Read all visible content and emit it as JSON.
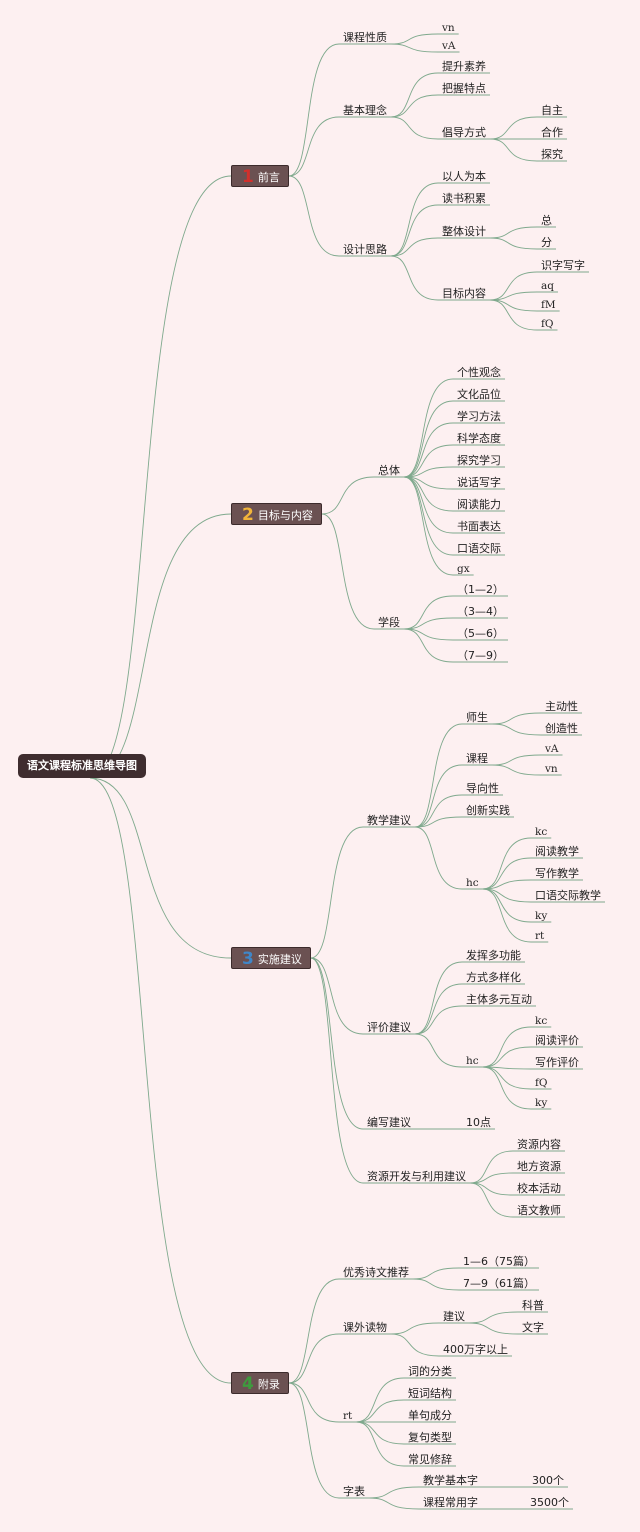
{
  "root": {
    "label": "语文课程标准思维导图"
  },
  "colors": {
    "background": "#fdf0f1",
    "connector": "#7fa98d",
    "box": "#6b5152"
  },
  "sections": [
    {
      "num": "1",
      "num_color": "#d1302c",
      "label": "前言",
      "children": [
        {
          "label": "课程性质",
          "children": [
            {
              "label": "vn"
            },
            {
              "label": "vA"
            }
          ]
        },
        {
          "label": "基本理念",
          "children": [
            {
              "label": "提升素养"
            },
            {
              "label": "把握特点"
            },
            {
              "label": "倡导方式",
              "children": [
                {
                  "label": "自主"
                },
                {
                  "label": "合作"
                },
                {
                  "label": "探究"
                }
              ]
            }
          ]
        },
        {
          "label": "设计思路",
          "children": [
            {
              "label": "以人为本"
            },
            {
              "label": "读书积累"
            },
            {
              "label": "整体设计",
              "children": [
                {
                  "label": "总"
                },
                {
                  "label": "分"
                }
              ]
            },
            {
              "label": "目标内容",
              "children": [
                {
                  "label": "识字写字"
                },
                {
                  "label": "aq"
                },
                {
                  "label": "fM"
                },
                {
                  "label": "fQ"
                }
              ]
            }
          ]
        }
      ]
    },
    {
      "num": "2",
      "num_color": "#f2b53a",
      "label": "目标与内容",
      "children": [
        {
          "label": "总体",
          "children": [
            {
              "label": "个性观念"
            },
            {
              "label": "文化品位"
            },
            {
              "label": "学习方法"
            },
            {
              "label": "科学态度"
            },
            {
              "label": "探究学习"
            },
            {
              "label": "说话写字"
            },
            {
              "label": "阅读能力"
            },
            {
              "label": "书面表达"
            },
            {
              "label": "口语交际"
            },
            {
              "label": "gx"
            }
          ]
        },
        {
          "label": "学段",
          "children": [
            {
              "label": "（1—2）"
            },
            {
              "label": "（3—4）"
            },
            {
              "label": "（5—6）"
            },
            {
              "label": "（7—9）"
            }
          ]
        }
      ]
    },
    {
      "num": "3",
      "num_color": "#3f86c8",
      "label": "实施建议",
      "children": [
        {
          "label": "教学建议",
          "children": [
            {
              "label": "师生",
              "children": [
                {
                  "label": "主动性"
                },
                {
                  "label": "创造性"
                }
              ]
            },
            {
              "label": "课程",
              "children": [
                {
                  "label": "vA"
                },
                {
                  "label": "vn"
                }
              ]
            },
            {
              "label": "导向性"
            },
            {
              "label": "创新实践"
            },
            {
              "label": "hc",
              "children": [
                {
                  "label": "kc"
                },
                {
                  "label": "阅读教学"
                },
                {
                  "label": "写作教学"
                },
                {
                  "label": "口语交际教学"
                },
                {
                  "label": "ky"
                },
                {
                  "label": "rt"
                }
              ]
            }
          ]
        },
        {
          "label": "评价建议",
          "children": [
            {
              "label": "发挥多功能"
            },
            {
              "label": "方式多样化"
            },
            {
              "label": "主体多元互动"
            },
            {
              "label": "hc",
              "children": [
                {
                  "label": "kc"
                },
                {
                  "label": "阅读评价"
                },
                {
                  "label": "写作评价"
                },
                {
                  "label": "fQ"
                },
                {
                  "label": "ky"
                }
              ]
            }
          ]
        },
        {
          "label": "编写建议",
          "children": [
            {
              "label": "10点"
            }
          ]
        },
        {
          "label": "资源开发与利用建议",
          "children": [
            {
              "label": "资源内容"
            },
            {
              "label": "地方资源"
            },
            {
              "label": "校本活动"
            },
            {
              "label": "语文教师"
            }
          ]
        }
      ]
    },
    {
      "num": "4",
      "num_color": "#3e9a3e",
      "label": "附录",
      "children": [
        {
          "label": "优秀诗文推荐",
          "children": [
            {
              "label": "1—6（75篇）"
            },
            {
              "label": "7—9（61篇）"
            }
          ]
        },
        {
          "label": "课外读物",
          "children": [
            {
              "label": "建议",
              "children": [
                {
                  "label": "科普"
                },
                {
                  "label": "文字"
                }
              ]
            },
            {
              "label": "400万字以上"
            }
          ]
        },
        {
          "label": "rt",
          "children": [
            {
              "label": "词的分类"
            },
            {
              "label": "短词结构"
            },
            {
              "label": "单句成分"
            },
            {
              "label": "复句类型"
            },
            {
              "label": "常见修辞"
            }
          ]
        },
        {
          "label": "字表",
          "children": [
            {
              "label": "教学基本字",
              "children": [
                {
                  "label": "300个"
                }
              ]
            },
            {
              "label": "课程常用字",
              "children": [
                {
                  "label": "3500个"
                }
              ]
            }
          ]
        }
      ]
    }
  ]
}
